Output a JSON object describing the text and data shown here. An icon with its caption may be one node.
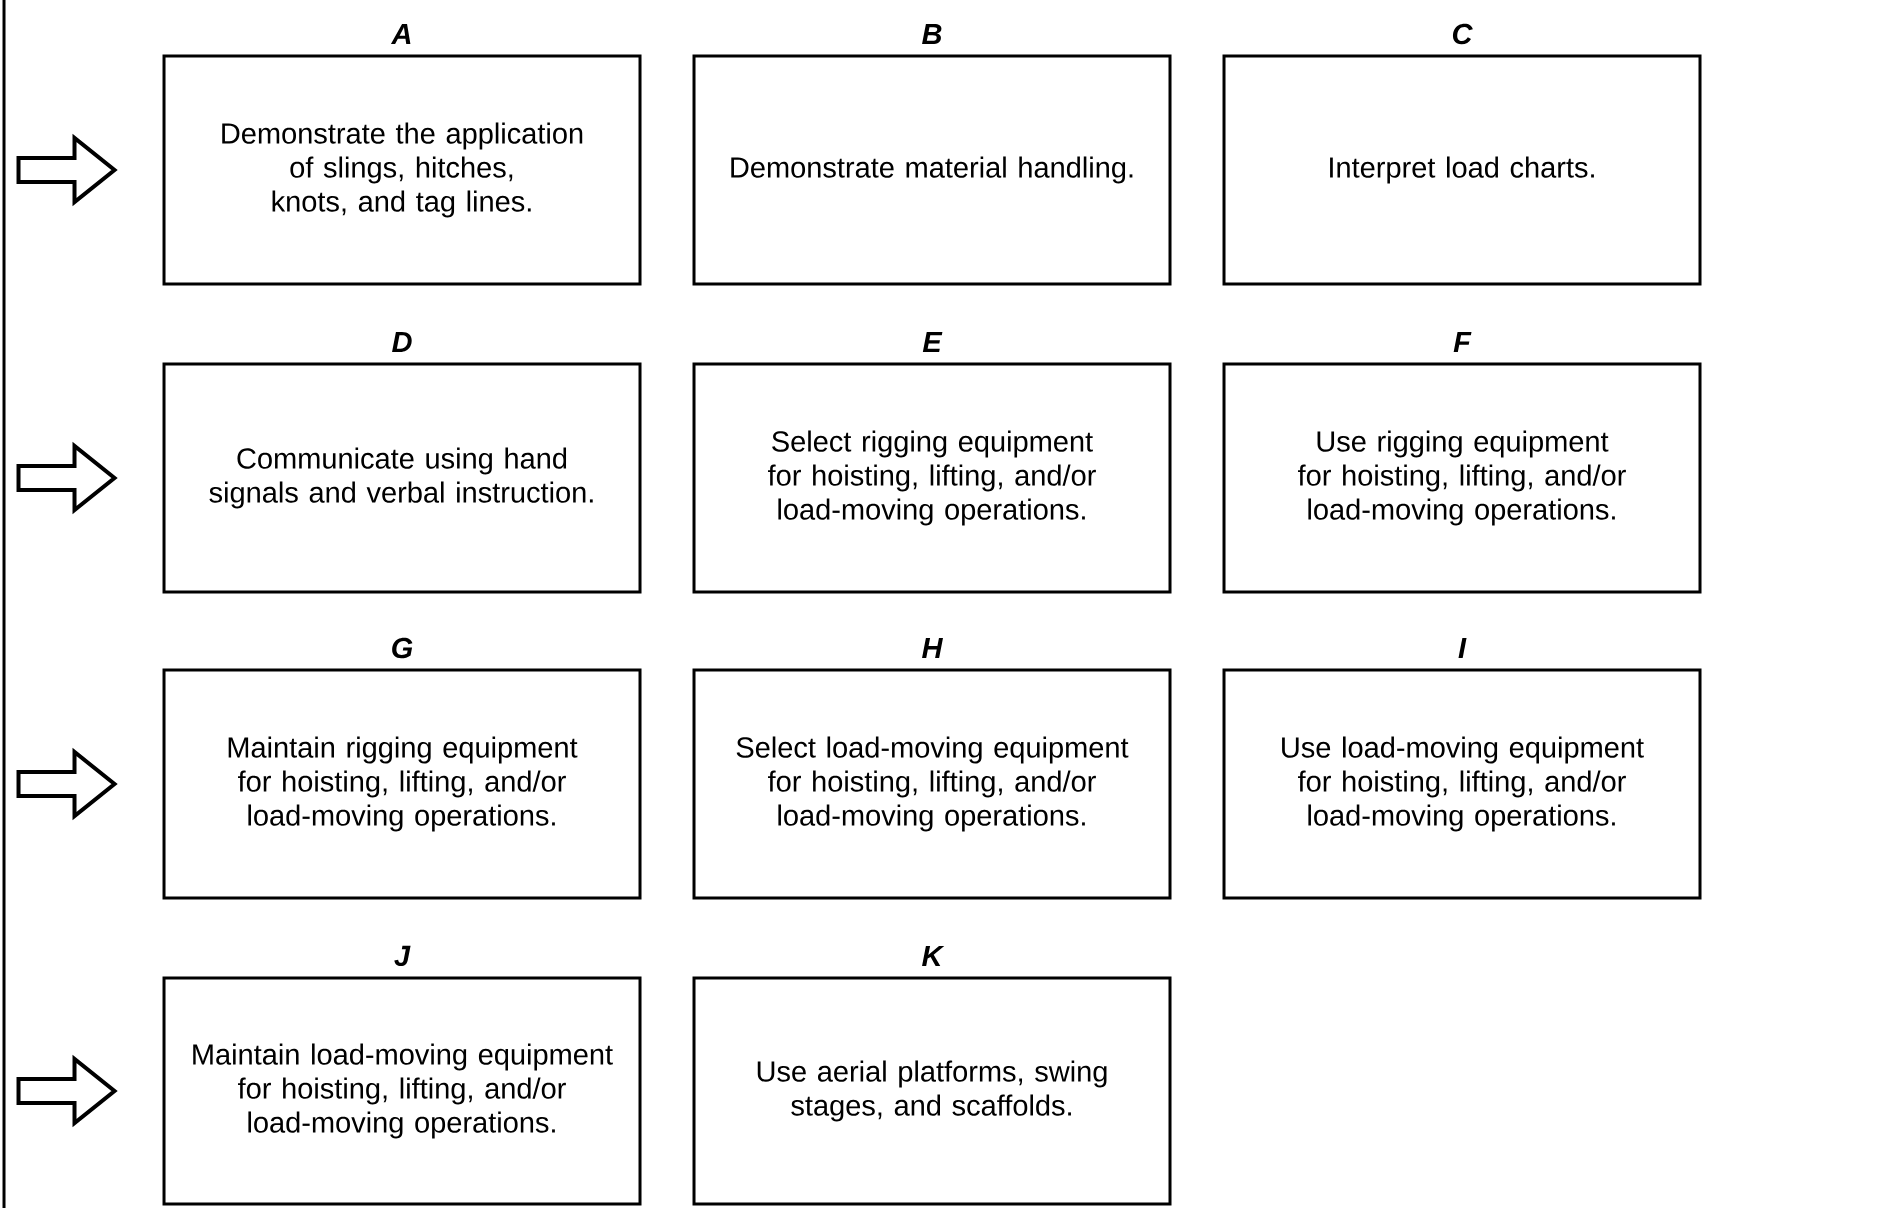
{
  "diagram": {
    "nodes": [
      {
        "text": [
          "A",
          "Demonstrate the application of slings, hitches, knots, and tag lines."
        ]
      },
      {
        "text": [
          "B",
          "Demonstrate material handling."
        ]
      },
      {
        "text": [
          "C",
          "Interpret load charts."
        ]
      },
      {
        "text": [
          "D",
          "Communicate using hand signals and verbal instruction."
        ]
      },
      {
        "text": [
          "E",
          "Select rigging equipment for hoisting, lifting, and/or load-moving operations."
        ]
      },
      {
        "text": [
          "F",
          "Use rigging equipment for hoisting, lifting, and/or load-moving operations."
        ]
      },
      {
        "text": [
          "G",
          "Maintain rigging equipment for hoisting, lifting, and/or load-moving operations."
        ]
      },
      {
        "text": [
          "H",
          "Select load-moving equipment for hoisting, lifting, and/or load-moving operations."
        ]
      },
      {
        "text": [
          "I",
          "Use load-moving equipment for hoisting, lifting, and/or load-moving operations."
        ]
      },
      {
        "text": [
          "J",
          "Maintain load-moving equipment for hoisting, lifting, and/or load-moving operations."
        ]
      },
      {
        "text": [
          "K",
          "Use aerial platforms, swing stages, and scaffolds."
        ]
      }
    ],
    "edges": [
      {
        "from": null,
        "to": 0,
        "arrow": "to"
      },
      {
        "from": null,
        "to": 3,
        "arrow": "to"
      },
      {
        "from": null,
        "to": 6,
        "arrow": "to"
      },
      {
        "from": null,
        "to": 9,
        "arrow": "to"
      }
    ]
  }
}
